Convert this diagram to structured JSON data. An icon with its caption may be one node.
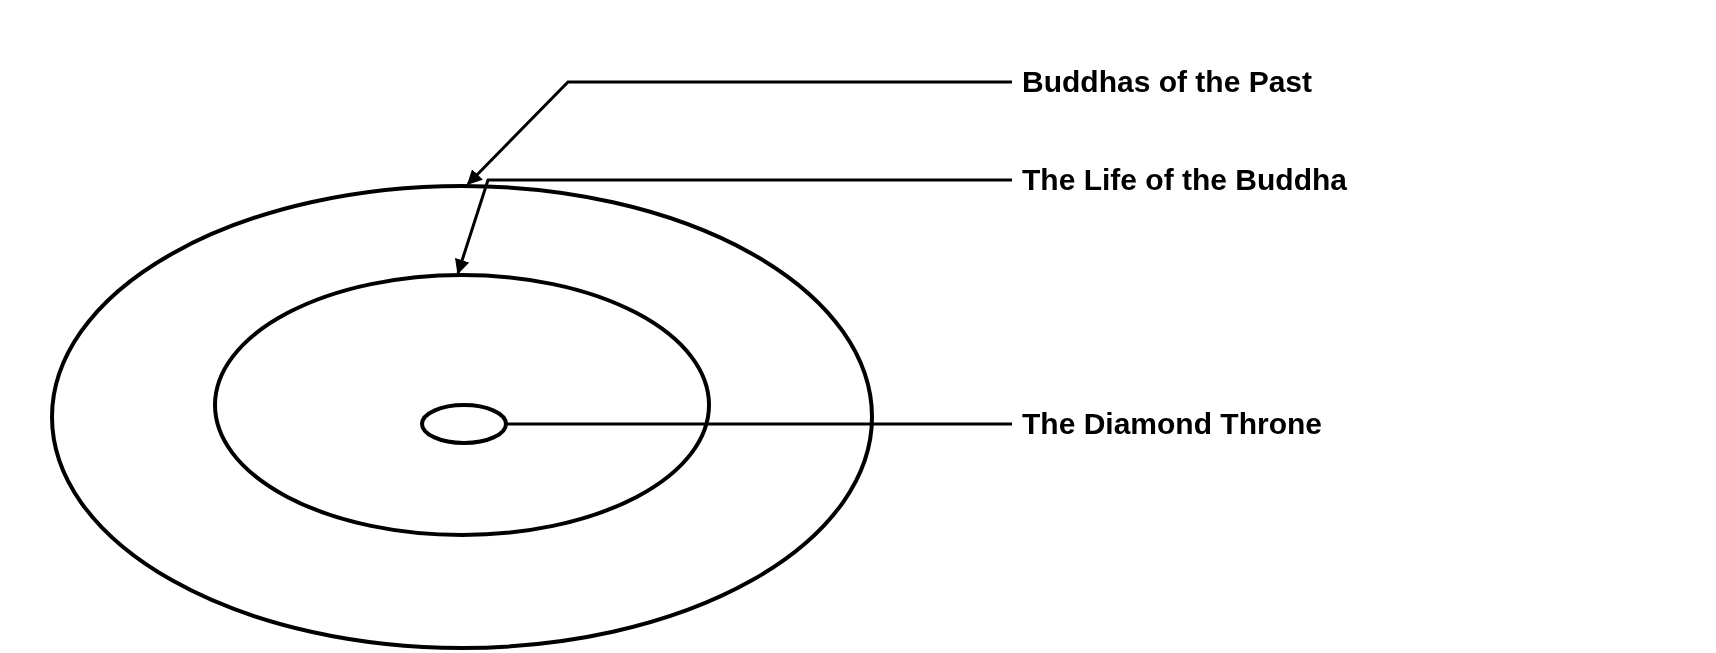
{
  "diagram": {
    "nodes": [
      {
        "text": [],
        "shape": "ellipse"
      },
      {
        "text": [],
        "shape": "ellipse",
        "in": 0
      },
      {
        "text": [],
        "shape": "ellipse",
        "in": 1
      },
      {
        "text": [
          "Buddhas of the Past"
        ]
      },
      {
        "text": [
          "The Life of the Buddha"
        ]
      },
      {
        "text": [
          "The Diamond Throne"
        ]
      }
    ],
    "edges": [
      {
        "from": 3,
        "to": 0,
        "arrow": "to"
      },
      {
        "from": 4,
        "to": 1,
        "arrow": "to"
      },
      {
        "from": 5,
        "to": 2,
        "arrow": "none"
      }
    ]
  }
}
